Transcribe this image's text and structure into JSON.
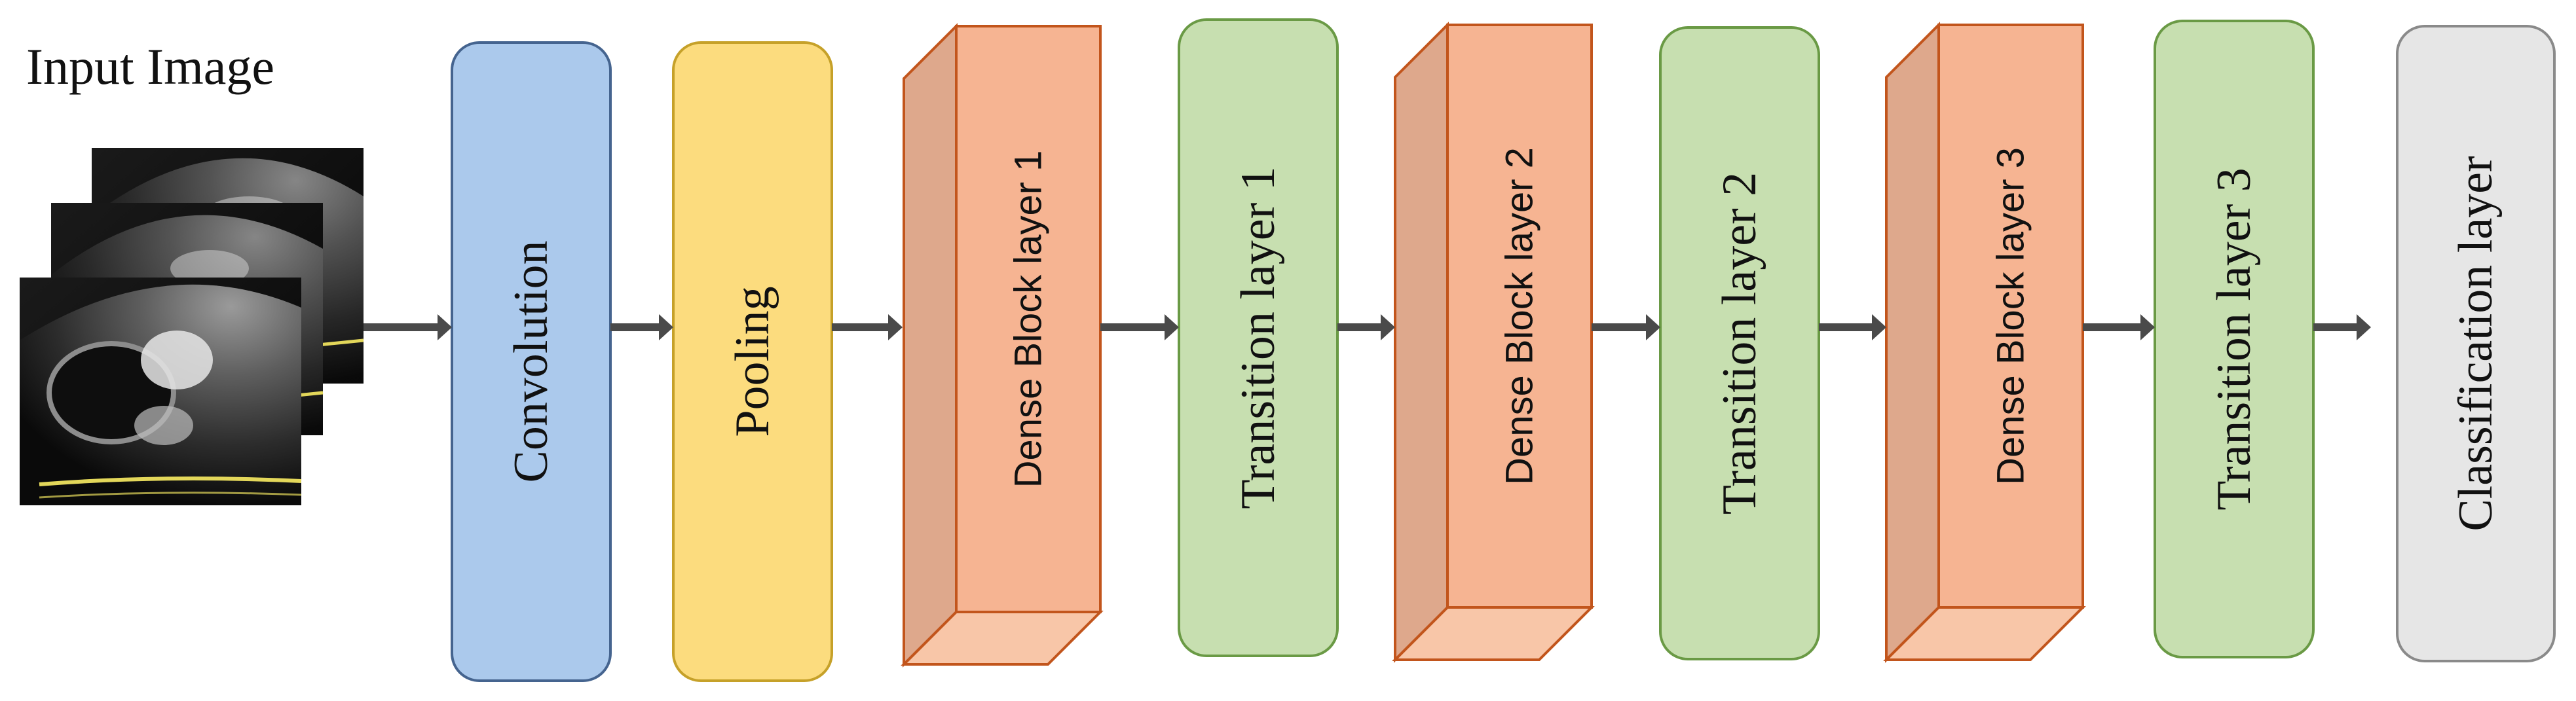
{
  "input": {
    "title": "Input Image"
  },
  "blocks": [
    {
      "id": "convolution",
      "label": "Convolution",
      "shape": "rounded-rect",
      "fill": "#abc9ec",
      "stroke": "#45648f"
    },
    {
      "id": "pooling",
      "label": "Pooling",
      "shape": "rounded-rect",
      "fill": "#fcdc7e",
      "stroke": "#c6a129"
    },
    {
      "id": "dense-block-1",
      "label": "Dense  Block layer 1",
      "shape": "3d-box",
      "fill": "#f6b492",
      "stroke": "#c2551c"
    },
    {
      "id": "transition-1",
      "label": "Transition layer 1",
      "shape": "rounded-rect",
      "fill": "#c7dfb0",
      "stroke": "#6a9a45"
    },
    {
      "id": "dense-block-2",
      "label": "Dense  Block layer 2",
      "shape": "3d-box",
      "fill": "#f6b492",
      "stroke": "#c2551c"
    },
    {
      "id": "transition-2",
      "label": "Transition layer 2",
      "shape": "rounded-rect",
      "fill": "#c7dfb0",
      "stroke": "#6a9a45"
    },
    {
      "id": "dense-block-3",
      "label": "Dense  Block layer 3",
      "shape": "3d-box",
      "fill": "#f6b492",
      "stroke": "#c2551c"
    },
    {
      "id": "transition-3",
      "label": "Transition layer 3",
      "shape": "rounded-rect",
      "fill": "#c7dfb0",
      "stroke": "#6a9a45"
    },
    {
      "id": "classification",
      "label": "Classification layer",
      "shape": "rounded-rect",
      "fill": "#e6e6e6",
      "stroke": "#8a8a8a"
    }
  ],
  "arrow_color": "#4a4a4a"
}
